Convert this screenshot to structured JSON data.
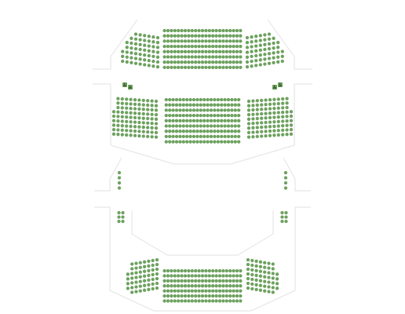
{
  "colors": {
    "background": "#ffffff",
    "outline": "#e2e2e2",
    "seat_available": "#6da15f",
    "accessible_badge": "#6da15f",
    "accessible_symbol": "#1e3a14"
  },
  "icons": {
    "seat": "seat-icon",
    "accessible": "wheelchair-icon"
  },
  "sections": [
    {
      "id": "upper-left-wing",
      "label": "",
      "rows": [
        6,
        7,
        8,
        8,
        9,
        9,
        9
      ]
    },
    {
      "id": "upper-center",
      "label": "",
      "rows": [
        23,
        23,
        23,
        23,
        23,
        23,
        23,
        23
      ]
    },
    {
      "id": "upper-right-wing",
      "label": "",
      "rows": [
        6,
        7,
        8,
        8,
        9,
        9,
        9
      ]
    },
    {
      "id": "middle-left-wing",
      "label": "",
      "rows": [
        10,
        10,
        10,
        11,
        11,
        11,
        11,
        11,
        11
      ]
    },
    {
      "id": "middle-center",
      "label": "",
      "rows": [
        22,
        22,
        22,
        22,
        22,
        22,
        22,
        22,
        22
      ]
    },
    {
      "id": "middle-right-wing",
      "label": "",
      "rows": [
        10,
        10,
        10,
        11,
        11,
        11,
        11,
        11,
        11
      ]
    },
    {
      "id": "lower-left-side-box",
      "label": "",
      "rows": [
        1,
        1,
        1,
        1
      ]
    },
    {
      "id": "lower-right-side-box",
      "label": "",
      "rows": [
        1,
        1,
        1,
        1
      ]
    },
    {
      "id": "lower-left-small-box",
      "label": "",
      "rows": [
        2,
        2,
        2
      ]
    },
    {
      "id": "lower-right-small-box",
      "label": "",
      "rows": [
        2,
        2,
        2
      ]
    },
    {
      "id": "lower-left-wing",
      "label": "",
      "rows": [
        7,
        7,
        8,
        8,
        8,
        8,
        7
      ]
    },
    {
      "id": "lower-center",
      "label": "",
      "rows": [
        23,
        23,
        23,
        23,
        23,
        23,
        23
      ]
    },
    {
      "id": "lower-right-wing",
      "label": "",
      "rows": [
        7,
        7,
        8,
        8,
        8,
        8,
        7
      ]
    }
  ],
  "accessible_seats": [
    {
      "section": "middle-left-wing",
      "count": 2
    },
    {
      "section": "middle-right-wing",
      "count": 2
    }
  ]
}
